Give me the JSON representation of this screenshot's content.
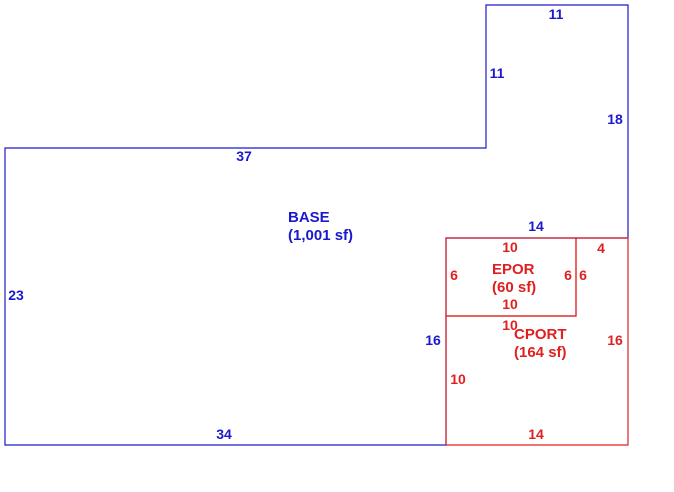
{
  "colors": {
    "base": "#1a1acc",
    "addition": "#e02020",
    "background": "#ffffff"
  },
  "areas": {
    "base": {
      "name": "BASE",
      "size": "(1,001 sf)"
    },
    "epor": {
      "name": "EPOR",
      "size": "(60 sf)"
    },
    "cport": {
      "name": "CPORT",
      "size": "(164 sf)"
    }
  },
  "dimensions": {
    "base_top": "11",
    "base_upper_left": "11",
    "base_upper_right": "18",
    "base_step_top": "37",
    "base_left": "23",
    "base_bottom": "34",
    "base_inner_left": "16",
    "base_inner_top": "14",
    "epor_top": "10",
    "epor_left": "6",
    "epor_right_inner": "6",
    "epor_right_outer": "6",
    "epor_bottom": "10",
    "cport_top_right": "4",
    "cport_top": "10",
    "cport_right": "16",
    "cport_left": "10",
    "cport_bottom": "14"
  }
}
